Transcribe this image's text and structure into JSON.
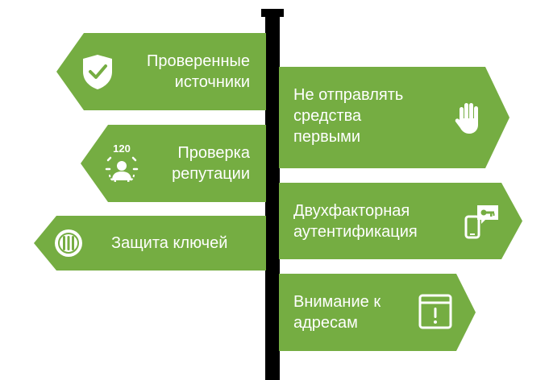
{
  "colors": {
    "sign_green": "#75ad42",
    "pole": "#000000",
    "text": "#ffffff"
  },
  "signs": [
    {
      "id": "verified-sources",
      "label": "Проверенные\nисточники",
      "icon": "shield-check-icon",
      "direction": "left"
    },
    {
      "id": "reputation-check",
      "label": "Проверка\nрепутации",
      "icon": "rating-120-person-icon",
      "badge": "120",
      "direction": "left"
    },
    {
      "id": "key-protection",
      "label": "Защита ключей",
      "icon": "vault-icon",
      "direction": "left"
    },
    {
      "id": "do-not-send-first",
      "label": "Не отправлять\nсредства\nпервыми",
      "icon": "stop-hand-icon",
      "direction": "right"
    },
    {
      "id": "two-factor-auth",
      "label": "Двухфакторная\nаутентификация",
      "icon": "phone-key-icon",
      "direction": "right"
    },
    {
      "id": "address-attention",
      "label": "Внимание к\nадресам",
      "icon": "alert-window-icon",
      "direction": "right"
    }
  ]
}
